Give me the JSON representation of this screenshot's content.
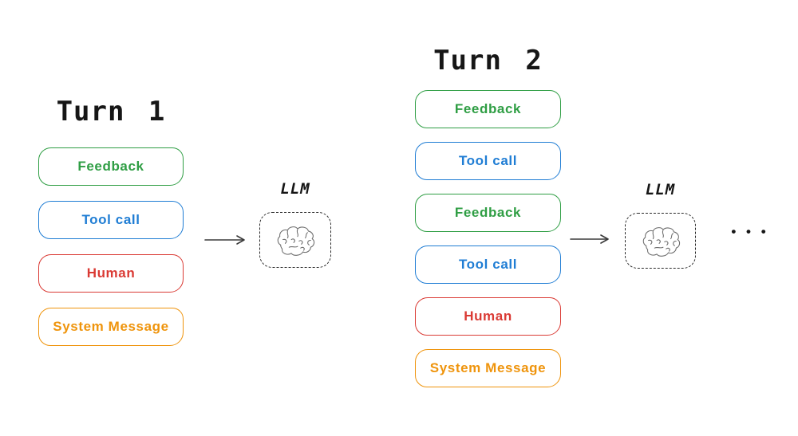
{
  "colors": {
    "green": "#2f9e44",
    "blue": "#1f7dd4",
    "red": "#da3a34",
    "orange": "#ef940c",
    "ink": "#161616",
    "arrow": "#3a3a3a",
    "sketch": "#6b6b6b"
  },
  "diagram": {
    "turns": [
      {
        "title": "Turn 1",
        "llm_label": "LLM",
        "llm_icon": "brain-icon",
        "messages": [
          {
            "label": "Feedback",
            "color": "green"
          },
          {
            "label": "Tool call",
            "color": "blue"
          },
          {
            "label": "Human",
            "color": "red"
          },
          {
            "label": "System Message",
            "color": "orange"
          }
        ]
      },
      {
        "title": "Turn 2",
        "llm_label": "LLM",
        "llm_icon": "brain-icon",
        "messages": [
          {
            "label": "Feedback",
            "color": "green"
          },
          {
            "label": "Tool call",
            "color": "blue"
          },
          {
            "label": "Feedback",
            "color": "green"
          },
          {
            "label": "Tool call",
            "color": "blue"
          },
          {
            "label": "Human",
            "color": "red"
          },
          {
            "label": "System Message",
            "color": "orange"
          }
        ]
      }
    ],
    "continuation": "• • •"
  }
}
